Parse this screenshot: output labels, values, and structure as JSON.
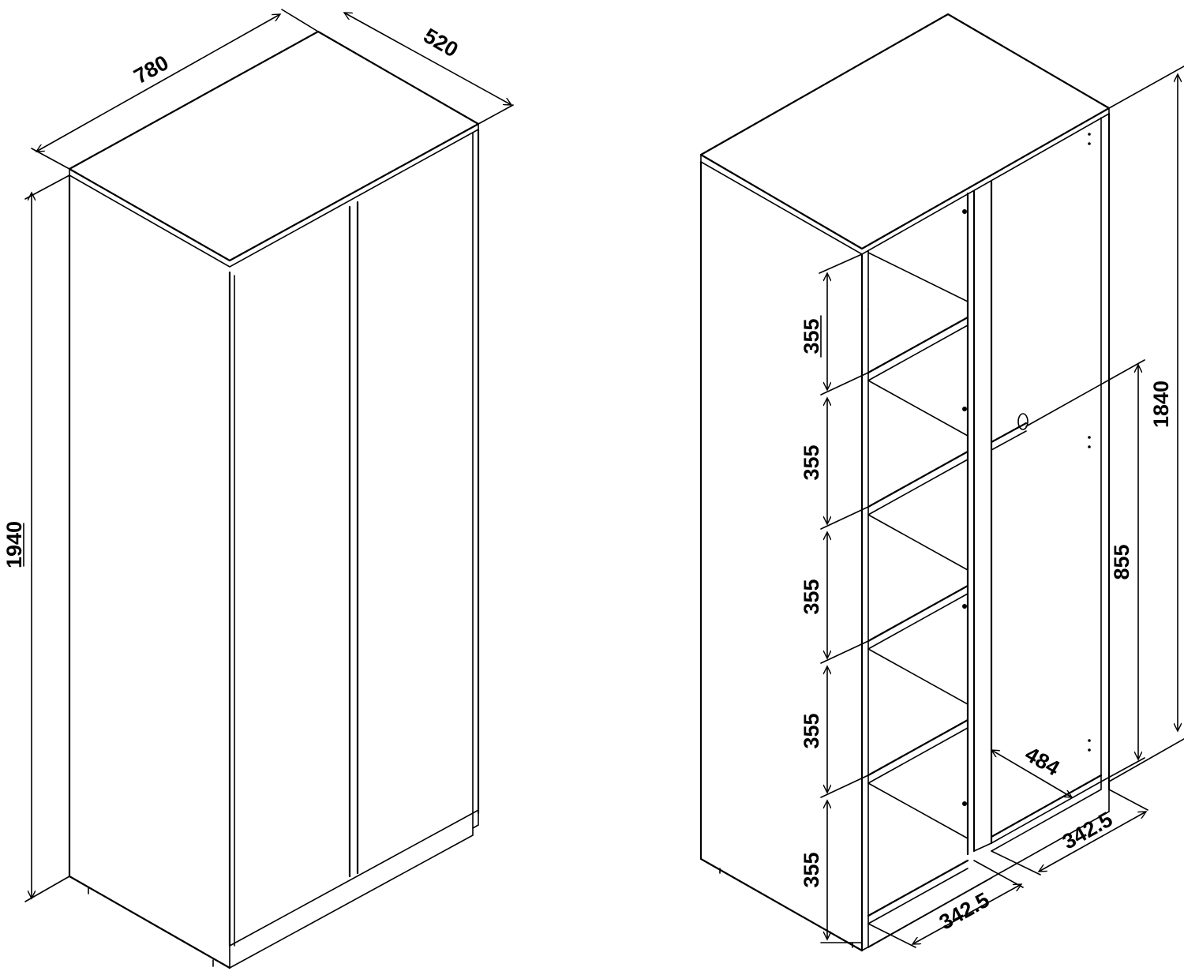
{
  "closed_view": {
    "width_label": "780",
    "depth_label": "520",
    "height_label": "1940"
  },
  "open_view": {
    "shelf_labels": [
      "355",
      "355",
      "355",
      "355",
      "355"
    ],
    "inner_height_label": "1840",
    "rail_height_label": "855",
    "inner_depth_label": "484",
    "left_section_width_label": "342.5",
    "right_section_width_label": "342.5"
  },
  "colors": {
    "line": "#000000",
    "background": "#ffffff"
  }
}
